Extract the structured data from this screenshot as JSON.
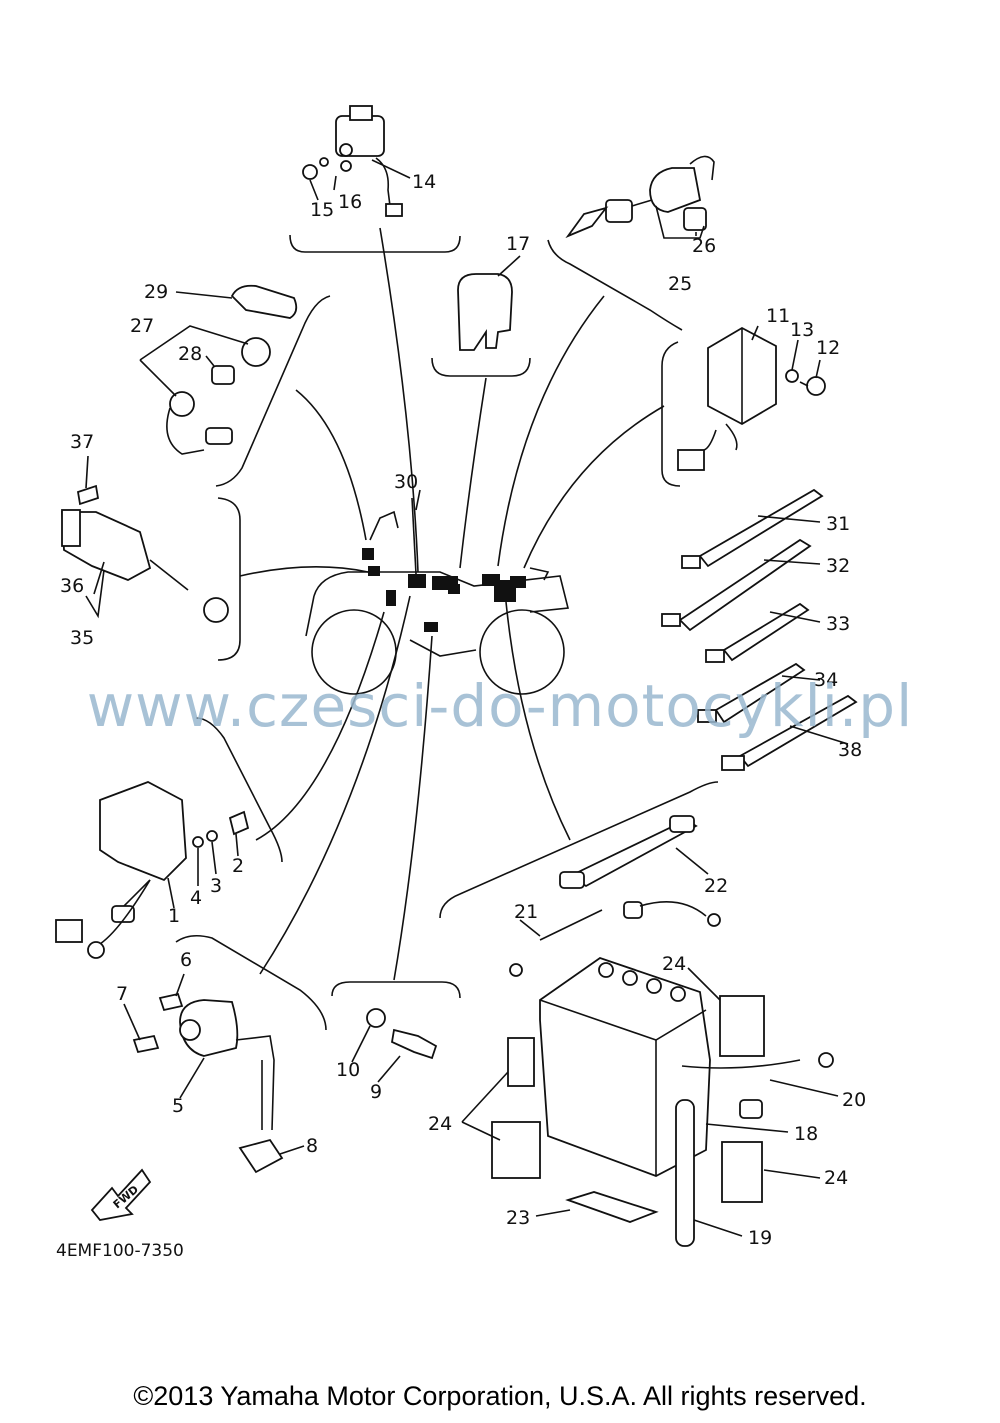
{
  "diagram": {
    "code": "4EMF100-7350",
    "fwd_label": "FWD",
    "callouts": [
      {
        "id": "c1",
        "text": "1"
      },
      {
        "id": "c2",
        "text": "2"
      },
      {
        "id": "c3",
        "text": "3"
      },
      {
        "id": "c4",
        "text": "4"
      },
      {
        "id": "c5",
        "text": "5"
      },
      {
        "id": "c6",
        "text": "6"
      },
      {
        "id": "c7",
        "text": "7"
      },
      {
        "id": "c8",
        "text": "8"
      },
      {
        "id": "c9",
        "text": "9"
      },
      {
        "id": "c10",
        "text": "10"
      },
      {
        "id": "c11",
        "text": "11"
      },
      {
        "id": "c12",
        "text": "12"
      },
      {
        "id": "c13",
        "text": "13"
      },
      {
        "id": "c14",
        "text": "14"
      },
      {
        "id": "c15",
        "text": "15"
      },
      {
        "id": "c16",
        "text": "16"
      },
      {
        "id": "c17",
        "text": "17"
      },
      {
        "id": "c18",
        "text": "18"
      },
      {
        "id": "c19",
        "text": "19"
      },
      {
        "id": "c20",
        "text": "20"
      },
      {
        "id": "c21",
        "text": "21"
      },
      {
        "id": "c22",
        "text": "22"
      },
      {
        "id": "c23",
        "text": "23"
      },
      {
        "id": "c24a",
        "text": "24"
      },
      {
        "id": "c24b",
        "text": "24"
      },
      {
        "id": "c24c",
        "text": "24"
      },
      {
        "id": "c25",
        "text": "25"
      },
      {
        "id": "c26",
        "text": "26"
      },
      {
        "id": "c27",
        "text": "27"
      },
      {
        "id": "c28",
        "text": "28"
      },
      {
        "id": "c29",
        "text": "29"
      },
      {
        "id": "c30",
        "text": "30"
      },
      {
        "id": "c31",
        "text": "31"
      },
      {
        "id": "c32",
        "text": "32"
      },
      {
        "id": "c33",
        "text": "33"
      },
      {
        "id": "c34",
        "text": "34"
      },
      {
        "id": "c35",
        "text": "35"
      },
      {
        "id": "c36",
        "text": "36"
      },
      {
        "id": "c37",
        "text": "37"
      },
      {
        "id": "c38",
        "text": "38"
      }
    ]
  },
  "watermark": "www.czesci-do-motocykli.pl",
  "copyright": "©2013 Yamaha Motor Corporation, U.S.A. All rights reserved."
}
